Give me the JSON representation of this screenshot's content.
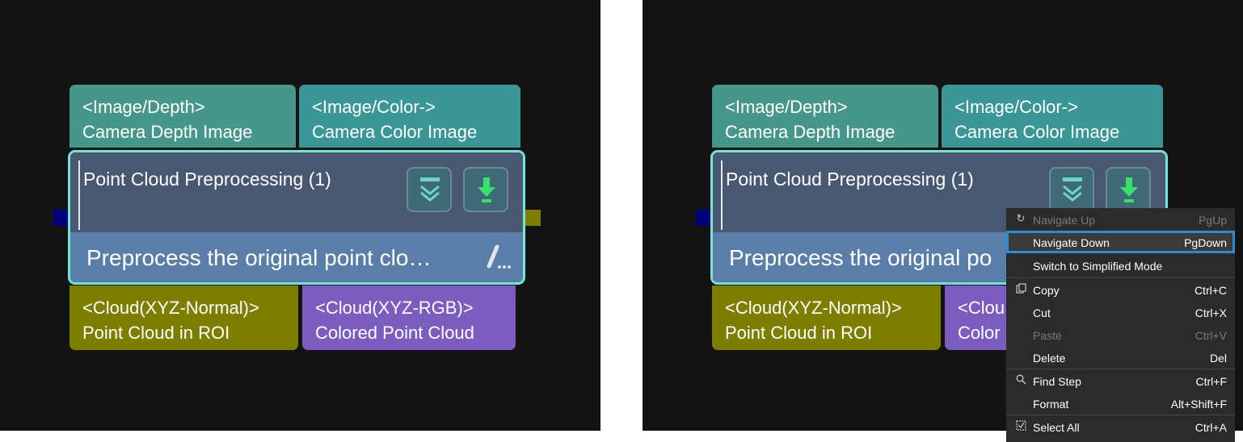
{
  "canvas_left": {
    "input_depth": {
      "line1": "<Image/Depth>",
      "line2": "Camera Depth Image"
    },
    "input_color": {
      "line1": "<Image/Color->",
      "line2": "Camera Color Image"
    },
    "node": {
      "title": "Point Cloud Preprocessing (1)",
      "description": "Preprocess the original point clo…"
    },
    "output_normal": {
      "line1": "<Cloud(XYZ-Normal)>",
      "line2": "Point Cloud in ROI"
    },
    "output_rgb": {
      "line1": "<Cloud(XYZ-RGB)>",
      "line2": "Colored Point Cloud"
    }
  },
  "canvas_right": {
    "input_depth": {
      "line1": "<Image/Depth>",
      "line2": "Camera Depth Image"
    },
    "input_color": {
      "line1": "<Image/Color->",
      "line2": "Camera Color Image"
    },
    "node": {
      "title": "Point Cloud Preprocessing (1)",
      "description": "Preprocess the original po"
    },
    "output_normal": {
      "line1": "<Cloud(XYZ-Normal)>",
      "line2": "Point Cloud in ROI"
    },
    "output_rgb": {
      "line1": "<Clou",
      "line2": "Color"
    }
  },
  "context_menu": {
    "items": [
      {
        "label": "Navigate Up",
        "shortcut": "PgUp",
        "icon": "navigate-up-icon",
        "disabled": true
      },
      {
        "label": "Navigate Down",
        "shortcut": "PgDown",
        "highlighted": true
      },
      {
        "label": "Switch to Simplified Mode",
        "shortcut": ""
      },
      {
        "label": "Copy",
        "shortcut": "Ctrl+C",
        "icon": "copy-icon"
      },
      {
        "label": "Cut",
        "shortcut": "Ctrl+X"
      },
      {
        "label": "Paste",
        "shortcut": "Ctrl+V",
        "disabled": true
      },
      {
        "label": "Delete",
        "shortcut": "Del"
      },
      {
        "label": "Find Step",
        "shortcut": "Ctrl+F",
        "icon": "search-icon"
      },
      {
        "label": "Format",
        "shortcut": "Alt+Shift+F"
      },
      {
        "label": "Select All",
        "shortcut": "Ctrl+A",
        "icon": "select-all-icon"
      }
    ]
  },
  "colors": {
    "canvas_background": "#131313",
    "node_border": "#74e3d9",
    "menu_highlight": "#2f8ad4"
  }
}
